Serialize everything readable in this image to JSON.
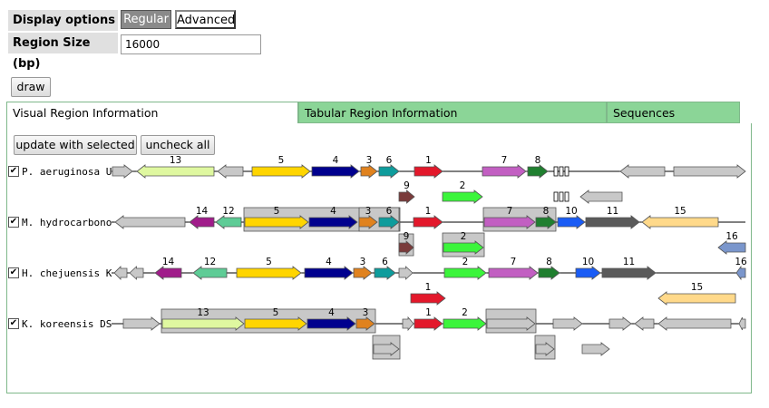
{
  "display_options": {
    "label": "Display options",
    "regular": "Regular",
    "advanced": "Advanced"
  },
  "region_size": {
    "label": "Region Size (bp)",
    "value": "16000"
  },
  "draw_label": "draw",
  "tabs": [
    "Visual Region Information",
    "Tabular Region Information",
    "Sequences"
  ],
  "update_label": "update with selected",
  "uncheck_label": "uncheck all",
  "organisms": [
    {
      "name": "P. aeruginosa U",
      "checked": true
    },
    {
      "name": "M. hydrocarbono",
      "checked": true
    },
    {
      "name": "H. chejuensis K",
      "checked": true
    },
    {
      "name": "K. koreensis DS",
      "checked": true
    }
  ],
  "colors": {
    "1": "#e3182b",
    "2": "#3bf53b",
    "3": "#e0821e",
    "4": "#00008e",
    "5": "#ffd500",
    "6": "#0e9c9c",
    "7": "#c25fc2",
    "8": "#1f7f2f",
    "9": "#7a3b3b",
    "10": "#1a5cf5",
    "11": "#5a5a5a",
    "12": "#5ecc96",
    "13": "#dff8a0",
    "14": "#a01c8a",
    "15": "#ffd98a",
    "16": "#7a96cc",
    "gray": "#c8c8c8"
  },
  "gene_labels": [
    "1",
    "2",
    "3",
    "4",
    "5",
    "6",
    "7",
    "8",
    "9",
    "10",
    "11",
    "12",
    "13",
    "14",
    "15",
    "16"
  ]
}
